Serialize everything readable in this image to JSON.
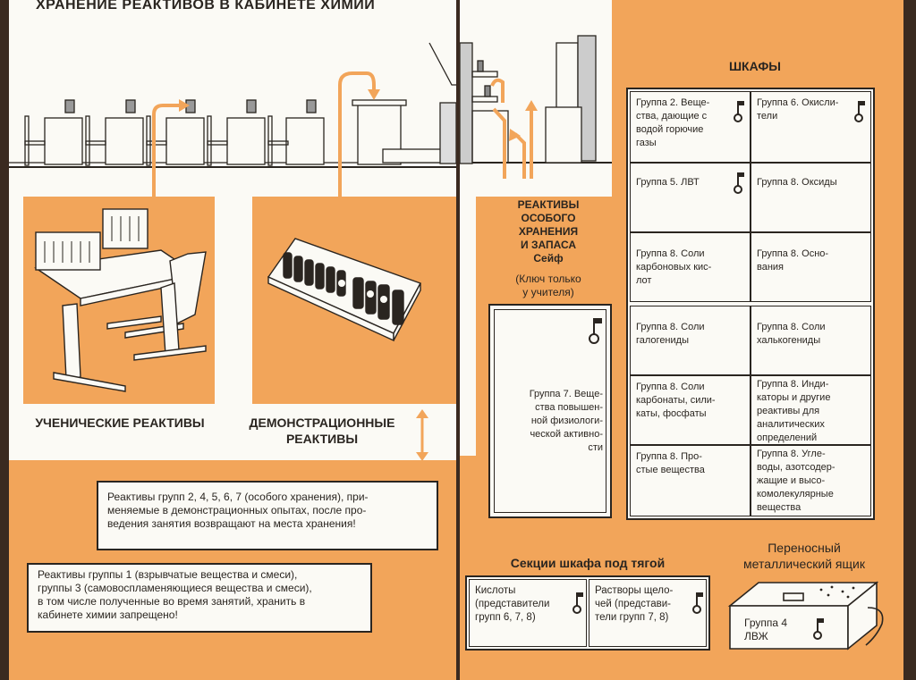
{
  "colors": {
    "orange": "#f2a55a",
    "paper": "#fbfaf5",
    "ink": "#2a2520"
  },
  "title": "ХРАНЕНИЕ РЕАКТИВОВ В КАБИНЕТЕ ХИМИИ",
  "labels": {
    "student": "УЧЕНИЧЕСКИЕ РЕАКТИВЫ",
    "demo_1": "ДЕМОНСТРАЦИОННЫЕ",
    "demo_2": "РЕАКТИВЫ",
    "special": [
      "РЕАКТИВЫ",
      "ОСОБОГО",
      "ХРАНЕНИЯ",
      "И ЗАПАСА",
      "Сейф"
    ],
    "key_note": [
      "(Ключ только",
      "у учителя)"
    ],
    "cabinets": "ШКАФЫ",
    "fume_hood": "Секции шкафа под тягой",
    "portable_1": "Переносный",
    "portable_2": "металлический ящик"
  },
  "notes": {
    "demo_return": [
      "Реактивы групп 2, 4, 5, 6, 7 (особого хранения), при-",
      "меняемые в демонстрационных опытах, после про-",
      "ведения занятия возвращают на места хранения!"
    ],
    "forbidden": [
      "Реактивы группы 1 (взрывчатые вещества и смеси),",
      "группы 3 (самовоспламеняющиеся вещества и смеси),",
      "в том числе полученные во время занятий, хранить в",
      "кабинете химии запрещено!"
    ]
  },
  "safe": {
    "text": [
      "Группа 7. Веще-",
      "ства повышен-",
      "ной физиологи-",
      "ческой активно-",
      "сти"
    ]
  },
  "cabinet_cells": [
    {
      "text": [
        "Группа 2. Веще-",
        "ства, дающие с",
        "водой горючие",
        "газы"
      ]
    },
    {
      "text": [
        "Группа 6. Окисли-",
        "тели"
      ]
    },
    {
      "text": [
        "Группа 5. ЛВТ"
      ]
    },
    {
      "text": [
        "Группа 8. Оксиды"
      ]
    },
    {
      "text": [
        "Группа 8. Соли",
        "карбоновых кис-",
        "лот"
      ]
    },
    {
      "text": [
        "Группа 8. Осно-",
        "вания"
      ]
    },
    {
      "text": [
        "Группа 8. Соли",
        "галогениды"
      ]
    },
    {
      "text": [
        "Группа 8. Соли",
        "халькогениды"
      ]
    },
    {
      "text": [
        "Группа 8. Соли",
        "карбонаты, сили-",
        "каты, фосфаты"
      ]
    },
    {
      "text": [
        "Группа 8. Инди-",
        "каторы и другие",
        "реактивы для",
        "аналитических",
        "определений"
      ]
    },
    {
      "text": [
        "Группа 8. Про-",
        "стые вещества"
      ]
    },
    {
      "text": [
        "Группа 8. Угле-",
        "воды, азотсодер-",
        "жащие и высо-",
        "комолекулярные",
        "вещества"
      ]
    }
  ],
  "hood_cells": [
    {
      "text": [
        "Кислоты",
        "(представители",
        "групп 6, 7, 8)"
      ]
    },
    {
      "text": [
        "Растворы щело-",
        "чей (представи-",
        "тели групп 7, 8)"
      ]
    }
  ],
  "portable_box": {
    "text": [
      "Группа 4",
      "ЛВЖ"
    ]
  }
}
